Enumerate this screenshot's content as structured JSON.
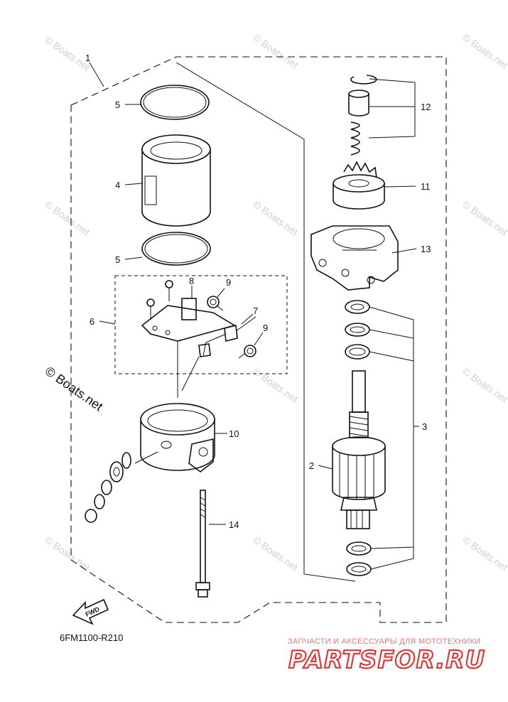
{
  "diagram": {
    "callouts": [
      "1",
      "2",
      "3",
      "4",
      "5",
      "5",
      "6",
      "7",
      "8",
      "9",
      "9",
      "10",
      "11",
      "12",
      "13",
      "14"
    ],
    "code": "6FM1100-R210",
    "fwd_label": "FWD"
  },
  "watermark": {
    "small": "© Boats.net",
    "large": "© Boats.net"
  },
  "branding": {
    "tagline": "ЗАПЧАСТИ И АКСЕССУАРЫ ДЛЯ МОТОТЕХНИКИ",
    "name": "PARTSFOR.RU"
  }
}
